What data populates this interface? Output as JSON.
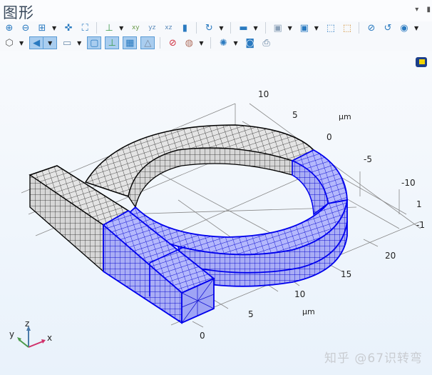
{
  "window": {
    "title": "图形"
  },
  "titlebar_controls": [
    {
      "name": "menu-dropdown-icon",
      "glyph": "▾"
    },
    {
      "name": "pin-icon",
      "glyph": "▮"
    }
  ],
  "toolbar_row1": [
    {
      "name": "zoom-in-icon",
      "glyph": "⊕"
    },
    {
      "name": "zoom-out-icon",
      "glyph": "⊖"
    },
    {
      "name": "zoom-box-icon",
      "glyph": "⊞",
      "dropdown": true
    },
    {
      "name": "center-view-icon",
      "glyph": "✜"
    },
    {
      "name": "zoom-extents-icon",
      "glyph": "⛶"
    },
    {
      "name": "axis-orientation-icon",
      "glyph": "⊥",
      "dropdown": true
    },
    {
      "name": "view-xy-icon",
      "glyph": "xy"
    },
    {
      "name": "view-yz-icon",
      "glyph": "yz"
    },
    {
      "name": "view-xz-icon",
      "glyph": "xz"
    },
    {
      "name": "camera-view-icon",
      "glyph": "▮"
    },
    {
      "name": "rotate-icon",
      "glyph": "↻",
      "dropdown": true
    },
    {
      "name": "scene-light-icon",
      "glyph": "▬",
      "dropdown": true
    },
    {
      "name": "select-box-icon",
      "glyph": "▣",
      "dropdown": true
    },
    {
      "name": "select-domain-icon",
      "glyph": "▣",
      "dropdown": true
    },
    {
      "name": "zoom-selection-icon",
      "glyph": "⬚"
    },
    {
      "name": "clear-selection-icon",
      "glyph": "⬚"
    },
    {
      "name": "hide-icon",
      "glyph": "⊘"
    },
    {
      "name": "reset-hiding-icon",
      "glyph": "↺"
    },
    {
      "name": "view-icon",
      "glyph": "◉",
      "dropdown": true
    }
  ],
  "toolbar_row2": [
    {
      "name": "wireframe-icon",
      "glyph": "⬡",
      "dropdown": true
    },
    {
      "name": "transparency-icon",
      "glyph": "◀",
      "dropdown": true,
      "selected": true
    },
    {
      "name": "render-icon",
      "glyph": "▭",
      "dropdown": true
    },
    {
      "name": "show-edges-icon",
      "glyph": "▢",
      "selected": true
    },
    {
      "name": "show-axis-icon",
      "glyph": "⊥",
      "selected": true
    },
    {
      "name": "show-grid-icon",
      "glyph": "▦",
      "selected": true
    },
    {
      "name": "show-mesh-icon",
      "glyph": "△",
      "selected": true
    },
    {
      "name": "hide-materials-icon",
      "glyph": "⊘"
    },
    {
      "name": "color-palette-icon",
      "glyph": "◍",
      "dropdown": true
    },
    {
      "name": "aperture-icon",
      "glyph": "✺",
      "dropdown": true
    },
    {
      "name": "screenshot-icon",
      "glyph": "◙"
    },
    {
      "name": "print-icon",
      "glyph": "⎙"
    }
  ],
  "scene": {
    "unit": "μm",
    "x_axis_ticks": [
      "0",
      "5",
      "10",
      "15",
      "20"
    ],
    "y_axis_ticks": [
      "10",
      "5",
      "0",
      "-5",
      "-10"
    ],
    "z_axis_ticks": [
      "1",
      "-1"
    ],
    "mesh_color": "#c9c9c9",
    "selected_color": "#0000ff",
    "selected_fill": "#aab0ff"
  },
  "triad": {
    "x": "x",
    "y": "y",
    "z": "z",
    "x_color": "#d0306a",
    "y_color": "#4a9a4a",
    "z_color": "#4a7aaa"
  },
  "watermark": "知乎 @67识转弯"
}
